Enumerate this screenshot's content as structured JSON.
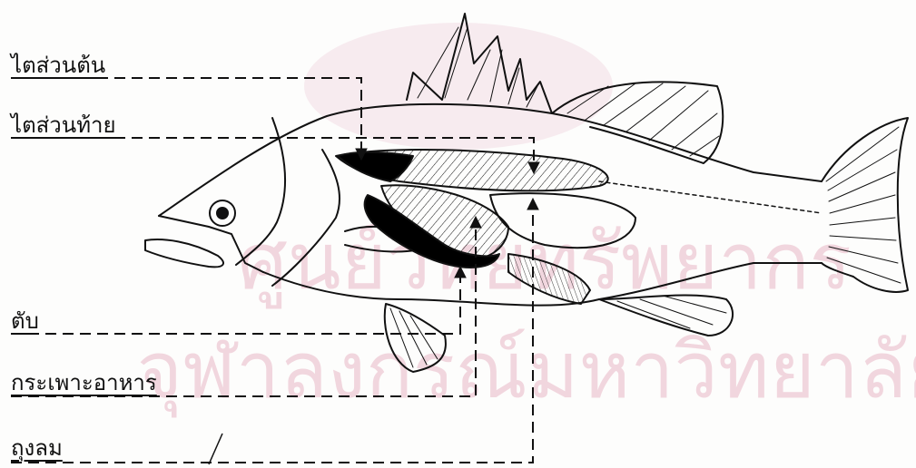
{
  "labels": {
    "anterior_kidney": "ไตส่วนต้น",
    "posterior_kidney": "ไตส่วนท้าย",
    "liver": "ตับ",
    "stomach": "กระเพาะอาหาร",
    "swim_bladder": "ถุงลม"
  },
  "watermark": {
    "line1": "ศูนย์วิทยทรัพยากร",
    "line2": "จุฬาลงกรณ์มหาวิทยาลัย",
    "color": "#e9b8c6"
  },
  "colors": {
    "ink": "#111111",
    "organ_fill": "#000000"
  }
}
